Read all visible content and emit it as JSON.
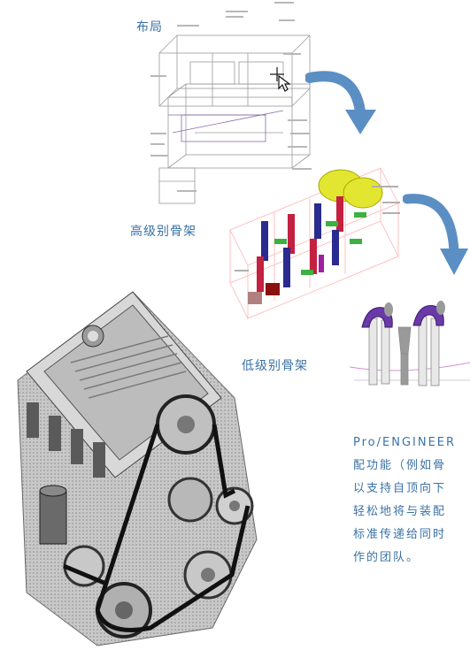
{
  "labels": {
    "layout": "布局",
    "high_skeleton": "高级别骨架",
    "low_skeleton": "低级别骨架"
  },
  "description": {
    "lines": [
      "Pro/ENGINEER",
      "配功能（例如骨",
      "以支持自顶向下",
      "轻松地将与装配",
      "标准传递给同时",
      "作的团队。"
    ]
  },
  "colors": {
    "accent": "#3a72a6",
    "arrow": "#5b8fc4"
  },
  "icons": {
    "cursor": "move-cursor-icon"
  }
}
